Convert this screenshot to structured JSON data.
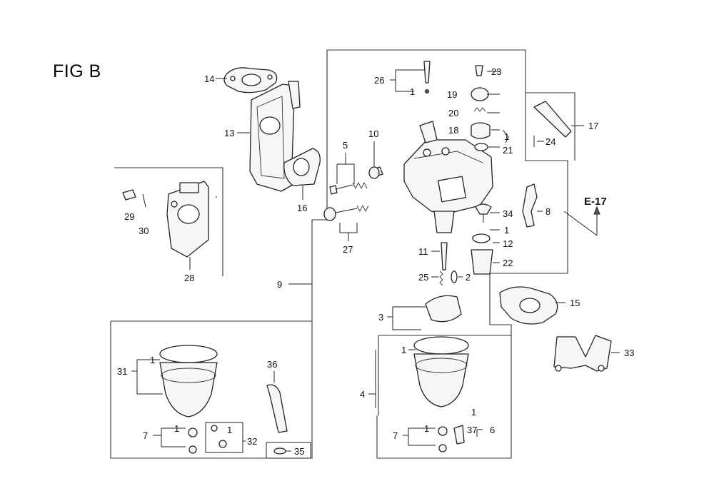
{
  "figure": {
    "title": "FIG B",
    "reference": "E-17"
  },
  "callouts": {
    "c1": "1",
    "c2": "2",
    "c3": "3",
    "c4": "4",
    "c5": "5",
    "c6": "6",
    "c7": "7",
    "c8": "8",
    "c9": "9",
    "c10": "10",
    "c11": "11",
    "c12": "12",
    "c13": "13",
    "c14": "14",
    "c15": "15",
    "c16": "16",
    "c17": "17",
    "c18": "18",
    "c19": "19",
    "c20": "20",
    "c21": "21",
    "c22": "22",
    "c23": "23",
    "c24": "24",
    "c25": "25",
    "c26": "26",
    "c27": "27",
    "c28": "28",
    "c29": "29",
    "c30": "30",
    "c31": "31",
    "c32": "32",
    "c33": "33",
    "c34": "34",
    "c35": "35",
    "c36": "36",
    "c37": "37"
  }
}
